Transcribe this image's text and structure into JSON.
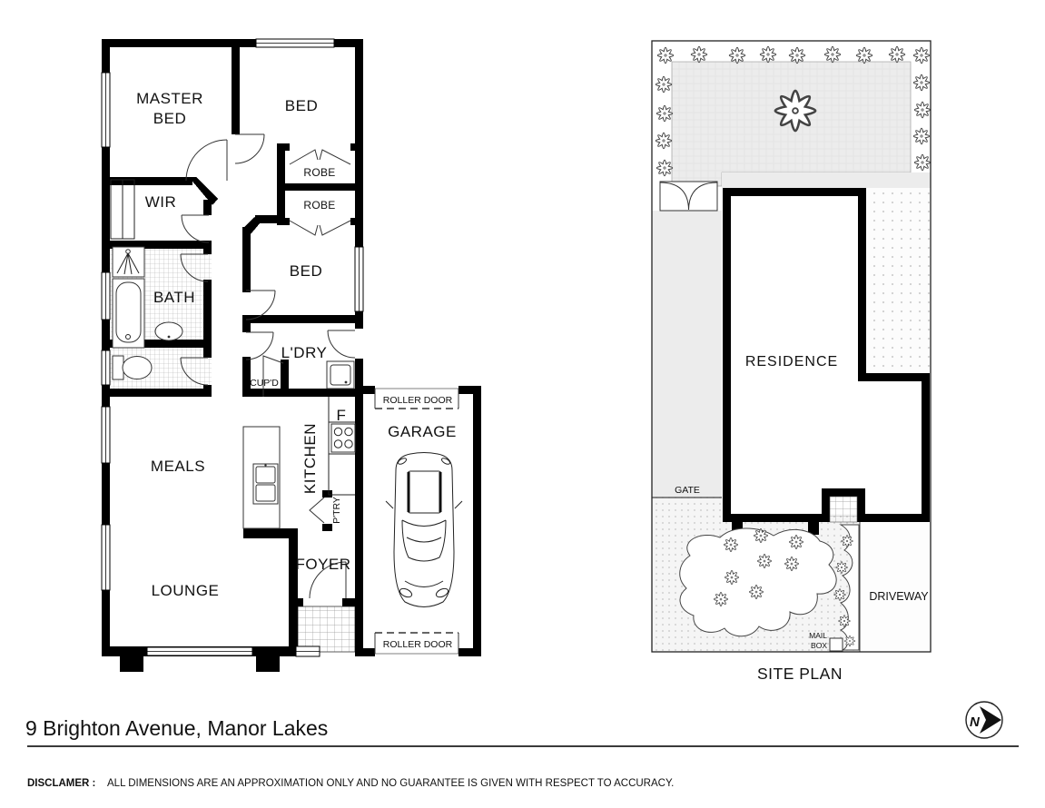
{
  "floor_plan": {
    "labels": {
      "master_bed_line1": "MASTER",
      "master_bed_line2": "BED",
      "bed_top": "BED",
      "robe_1": "ROBE",
      "robe_2": "ROBE",
      "wir": "WIR",
      "bath": "BATH",
      "bed_middle": "BED",
      "ldry": "L'DRY",
      "cupd": "CUP'D",
      "fridge": "F",
      "kitchen": "KITCHEN",
      "ptry": "P'TRY",
      "meals": "MEALS",
      "foyer": "FOYER",
      "lounge": "LOUNGE",
      "garage": "GARAGE",
      "roller_door_top": "ROLLER DOOR",
      "roller_door_bottom": "ROLLER DOOR"
    }
  },
  "site_plan": {
    "labels": {
      "residence": "RESIDENCE",
      "gate": "GATE",
      "driveway": "DRIVEWAY",
      "mail_line1": "MAIL",
      "mail_line2": "BOX",
      "title": "SITE PLAN"
    }
  },
  "footer": {
    "address": "9 Brighton Avenue, Manor Lakes",
    "disclaimer_label": "DISCLAMER :",
    "disclaimer_text": "ALL DIMENSIONS ARE AN APPROXIMATION ONLY AND NO GUARANTEE IS GIVEN WITH RESPECT TO ACCURACY.",
    "compass_letter": "N"
  },
  "colors": {
    "wall": "#000000",
    "text": "#111111",
    "lawn": "#ececec",
    "rule": "#3a3a3a"
  }
}
